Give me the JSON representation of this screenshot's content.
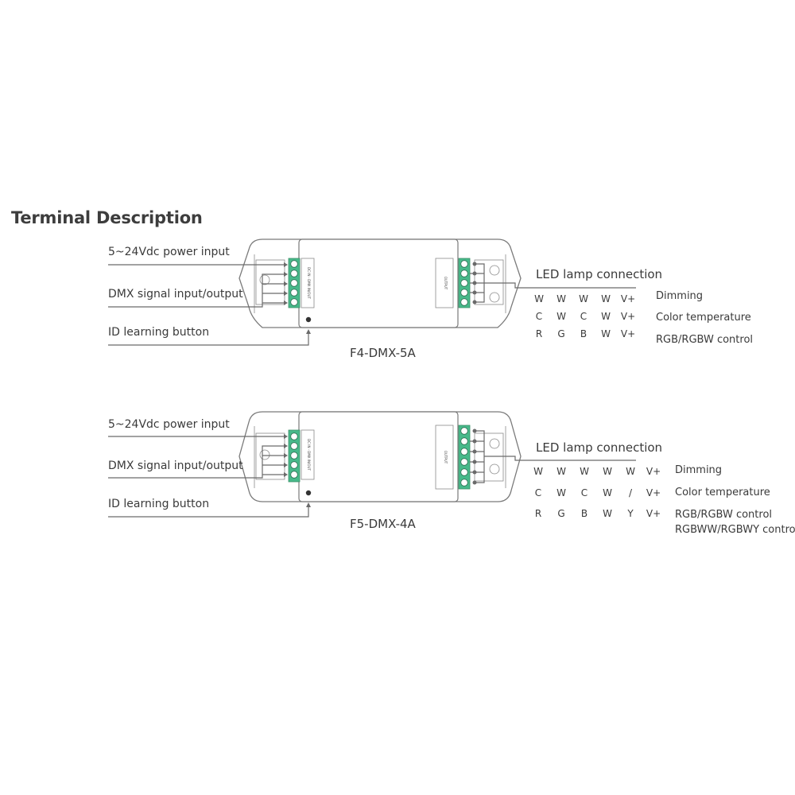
{
  "title": "Terminal Description",
  "devices": [
    {
      "model": "F4-DMX-5A",
      "left_labels": {
        "power": "5~24Vdc power input",
        "dmx": "DMX signal input/output",
        "id": "ID learning button"
      },
      "led_label": "LED lamp connection",
      "rows": [
        {
          "cells": [
            "W",
            "W",
            "W",
            "W",
            "V+"
          ],
          "desc": "Dimming"
        },
        {
          "cells": [
            "C",
            "W",
            "C",
            "W",
            "V+"
          ],
          "desc": "Color temperature"
        },
        {
          "cells": [
            "R",
            "G",
            "B",
            "W",
            "V+"
          ],
          "desc": "RGB/RGBW control"
        }
      ]
    },
    {
      "model": "F5-DMX-4A",
      "left_labels": {
        "power": "5~24Vdc power input",
        "dmx": "DMX signal input/output",
        "id": "ID learning button"
      },
      "led_label": "LED lamp connection",
      "rows": [
        {
          "cells": [
            "W",
            "W",
            "W",
            "W",
            "W",
            "V+"
          ],
          "desc": "Dimming"
        },
        {
          "cells": [
            "C",
            "W",
            "C",
            "W",
            "/",
            "V+"
          ],
          "desc": "Color temperature"
        },
        {
          "cells": [
            "R",
            "G",
            "B",
            "W",
            "Y",
            "V+"
          ],
          "desc": "RGB/RGBW control",
          "desc2": "RGBWW/RGBWY control"
        }
      ]
    }
  ],
  "colors": {
    "terminal": "#47b98a",
    "outline": "#7a7a7a",
    "text": "#3a3a3a"
  }
}
